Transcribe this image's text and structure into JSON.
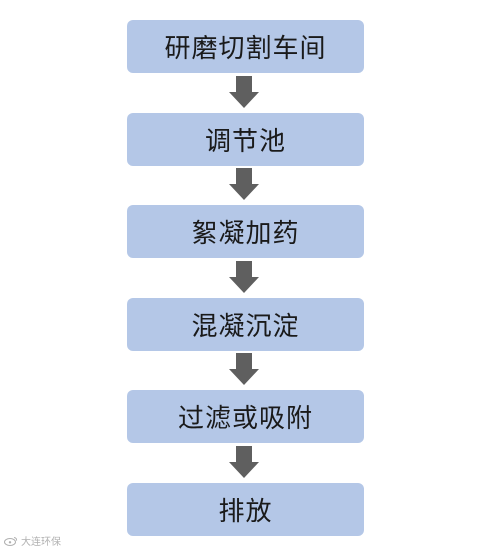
{
  "diagram": {
    "steps": [
      {
        "label": "研磨切割车间"
      },
      {
        "label": "调节池"
      },
      {
        "label": "絮凝加药"
      },
      {
        "label": "混凝沉淀"
      },
      {
        "label": "过滤或吸附"
      },
      {
        "label": "排放"
      }
    ],
    "colors": {
      "box_fill": "#b4c7e7",
      "arrow": "#5f5f5f",
      "text": "#1a1a1a"
    }
  },
  "watermark": {
    "icon": "weibo-icon",
    "text": "大连环保"
  }
}
